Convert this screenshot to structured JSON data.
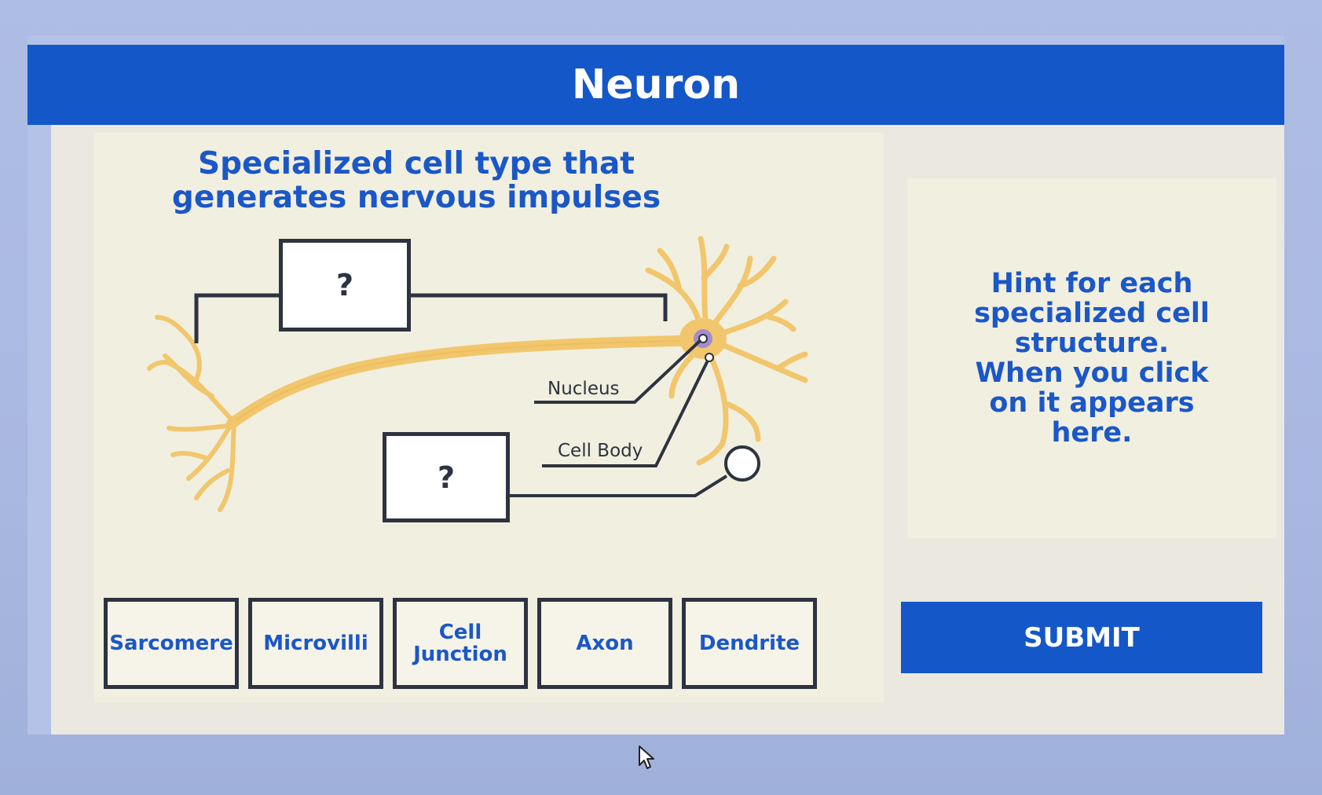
{
  "header": {
    "title": "Neuron"
  },
  "prompt": {
    "subtitle": "Specialized cell type that generates nervous impulses"
  },
  "diagram": {
    "unknown_labels": [
      "?",
      "?"
    ],
    "labels": {
      "nucleus": "Nucleus",
      "cell_body": "Cell Body"
    }
  },
  "terms": [
    "Sarcomere",
    "Microvilli",
    "Cell Junction",
    "Axon",
    "Dendrite"
  ],
  "hint": {
    "text": "Hint for each specialized cell structure. When you click on it appears here."
  },
  "submit": {
    "label": "SUBMIT"
  },
  "colors": {
    "header": "#1457c9",
    "accent_text": "#1a57c8",
    "neuron": "#f2c66d"
  },
  "icons": [
    "mouse-pointer-icon"
  ]
}
